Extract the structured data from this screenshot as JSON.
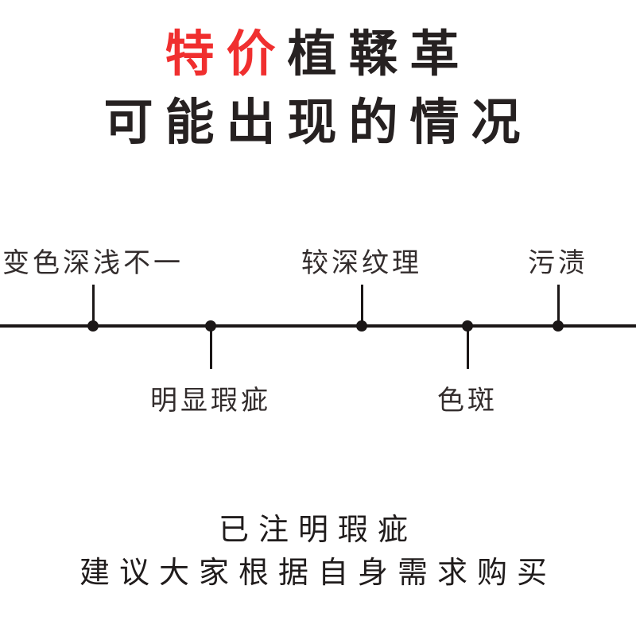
{
  "title": {
    "line1_highlight": "特价",
    "line1_rest": "植鞣革",
    "line2": "可能出现的情况",
    "highlight_color": "#f02f2f",
    "text_color": "#262121"
  },
  "timeline": {
    "line_color": "#1b1717",
    "label_color": "#332d2d",
    "items": [
      {
        "label": "变色深浅不一",
        "side": "above"
      },
      {
        "label": "明显瑕疵",
        "side": "below"
      },
      {
        "label": "较深纹理",
        "side": "above"
      },
      {
        "label": "色斑",
        "side": "below"
      },
      {
        "label": "污渍",
        "side": "above"
      }
    ]
  },
  "note": {
    "line1": "已注明瑕疵",
    "line2": "建议大家根据自身需求购买"
  }
}
